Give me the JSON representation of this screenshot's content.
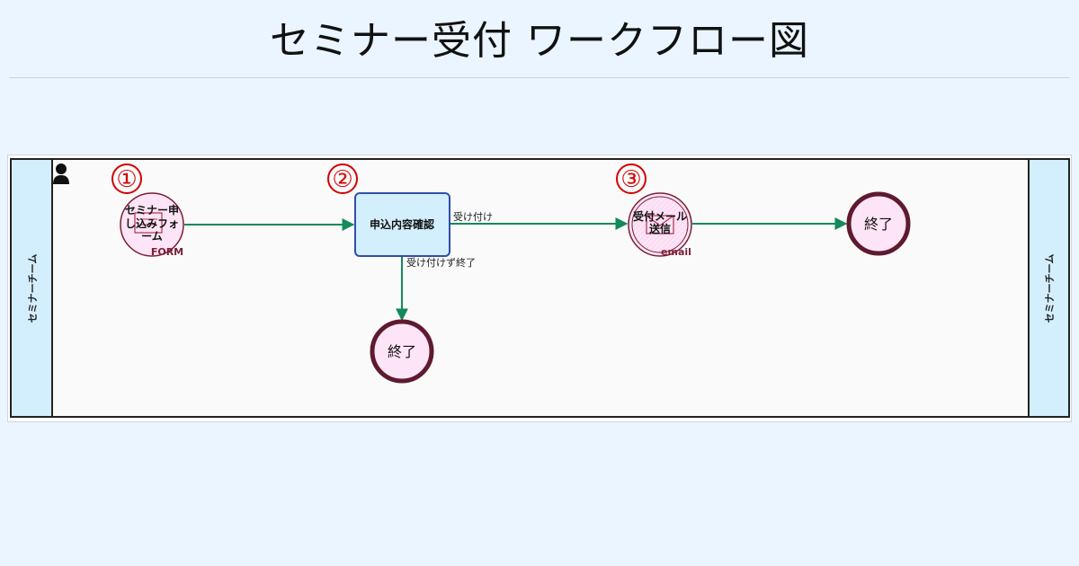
{
  "title": "セミナー受付 ワークフロー図",
  "lane": {
    "left_label": "セミナーチーム",
    "right_label": "セミナーチーム"
  },
  "markers": [
    "①",
    "②",
    "③"
  ],
  "nodes": {
    "form": {
      "line1": "セミナー申",
      "line2": "し込みフォ",
      "line3": "ーム",
      "sub": "FORM"
    },
    "review": {
      "label": "申込内容確認"
    },
    "email": {
      "line1": "受付メール",
      "line2": "送信",
      "sub": "email"
    },
    "end_right": {
      "label": "終了"
    },
    "end_bottom": {
      "label": "終了"
    }
  },
  "edges": {
    "accept": "受け付け",
    "reject": "受け付けず終了"
  },
  "colors": {
    "lane_fill": "#d3eefc",
    "event_fill": "#fde4f6",
    "event_stroke": "#5e1a2f",
    "task_fill": "#d3eefc",
    "task_stroke": "#2f4fa8",
    "edge": "#138a5a",
    "marker": "#d40000"
  }
}
